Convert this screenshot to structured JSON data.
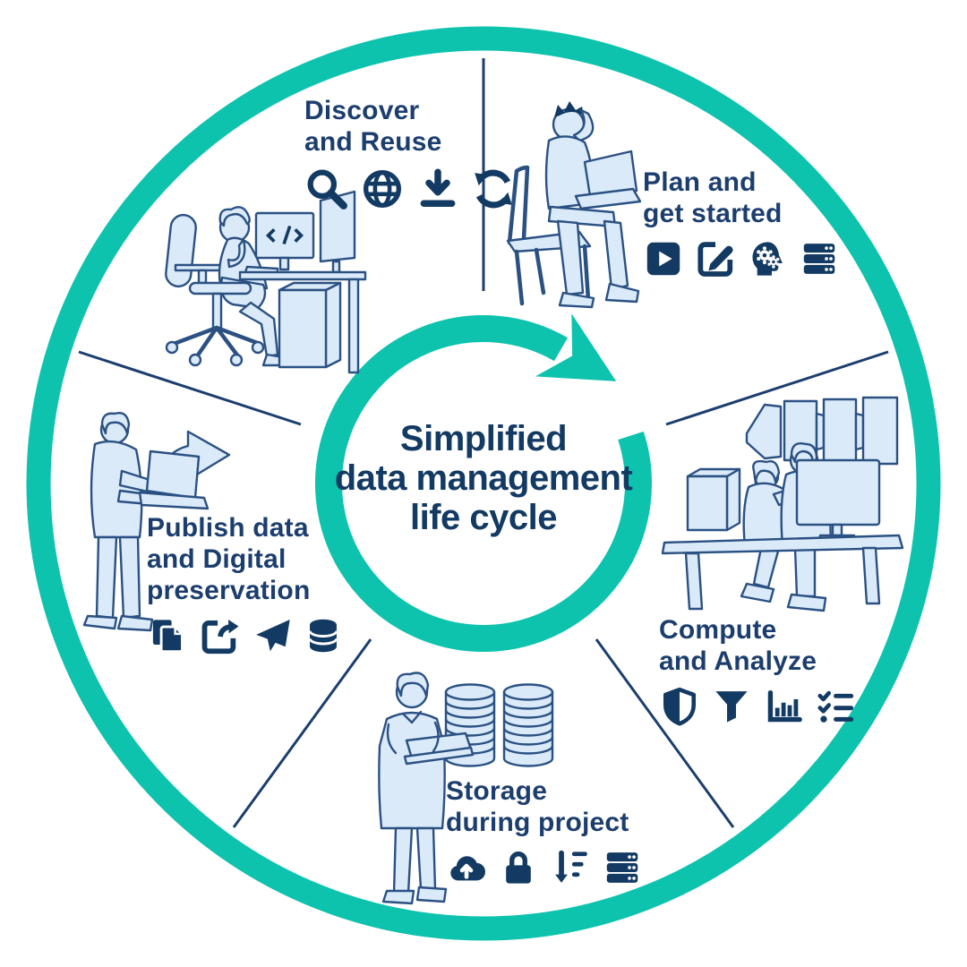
{
  "title": {
    "line1": "Simplified",
    "line2": "data management",
    "line3": "life cycle"
  },
  "sections": {
    "plan": {
      "label_line1": "Plan and",
      "label_line2": "get started",
      "icons": [
        "play-icon",
        "edit-icon",
        "mind-gears-icon",
        "server-icon"
      ]
    },
    "compute": {
      "label_line1": "Compute",
      "label_line2": "and Analyze",
      "icons": [
        "shield-icon",
        "filter-icon",
        "bar-chart-icon",
        "checklist-icon"
      ]
    },
    "storage": {
      "label_line1": "Storage",
      "label_line2": "during project",
      "icons": [
        "cloud-upload-icon",
        "lock-icon",
        "sort-down-icon",
        "server-icon"
      ]
    },
    "publish": {
      "label_line1": "Publish data",
      "label_line2": "and Digital",
      "label_line3": "preservation",
      "icons": [
        "copy-icon",
        "share-icon",
        "send-icon",
        "database-icon"
      ]
    },
    "discover": {
      "label_line1": "Discover",
      "label_line2": "and Reuse",
      "icons": [
        "search-icon",
        "globe-icon",
        "download-icon",
        "sync-icon"
      ]
    }
  },
  "colors": {
    "teal": "#0DC3AD",
    "navy_text": "#1C3E6E",
    "icon_navy": "#133A63",
    "illustration_fill": "#DAEAF9",
    "illustration_stroke": "#2B5183"
  }
}
